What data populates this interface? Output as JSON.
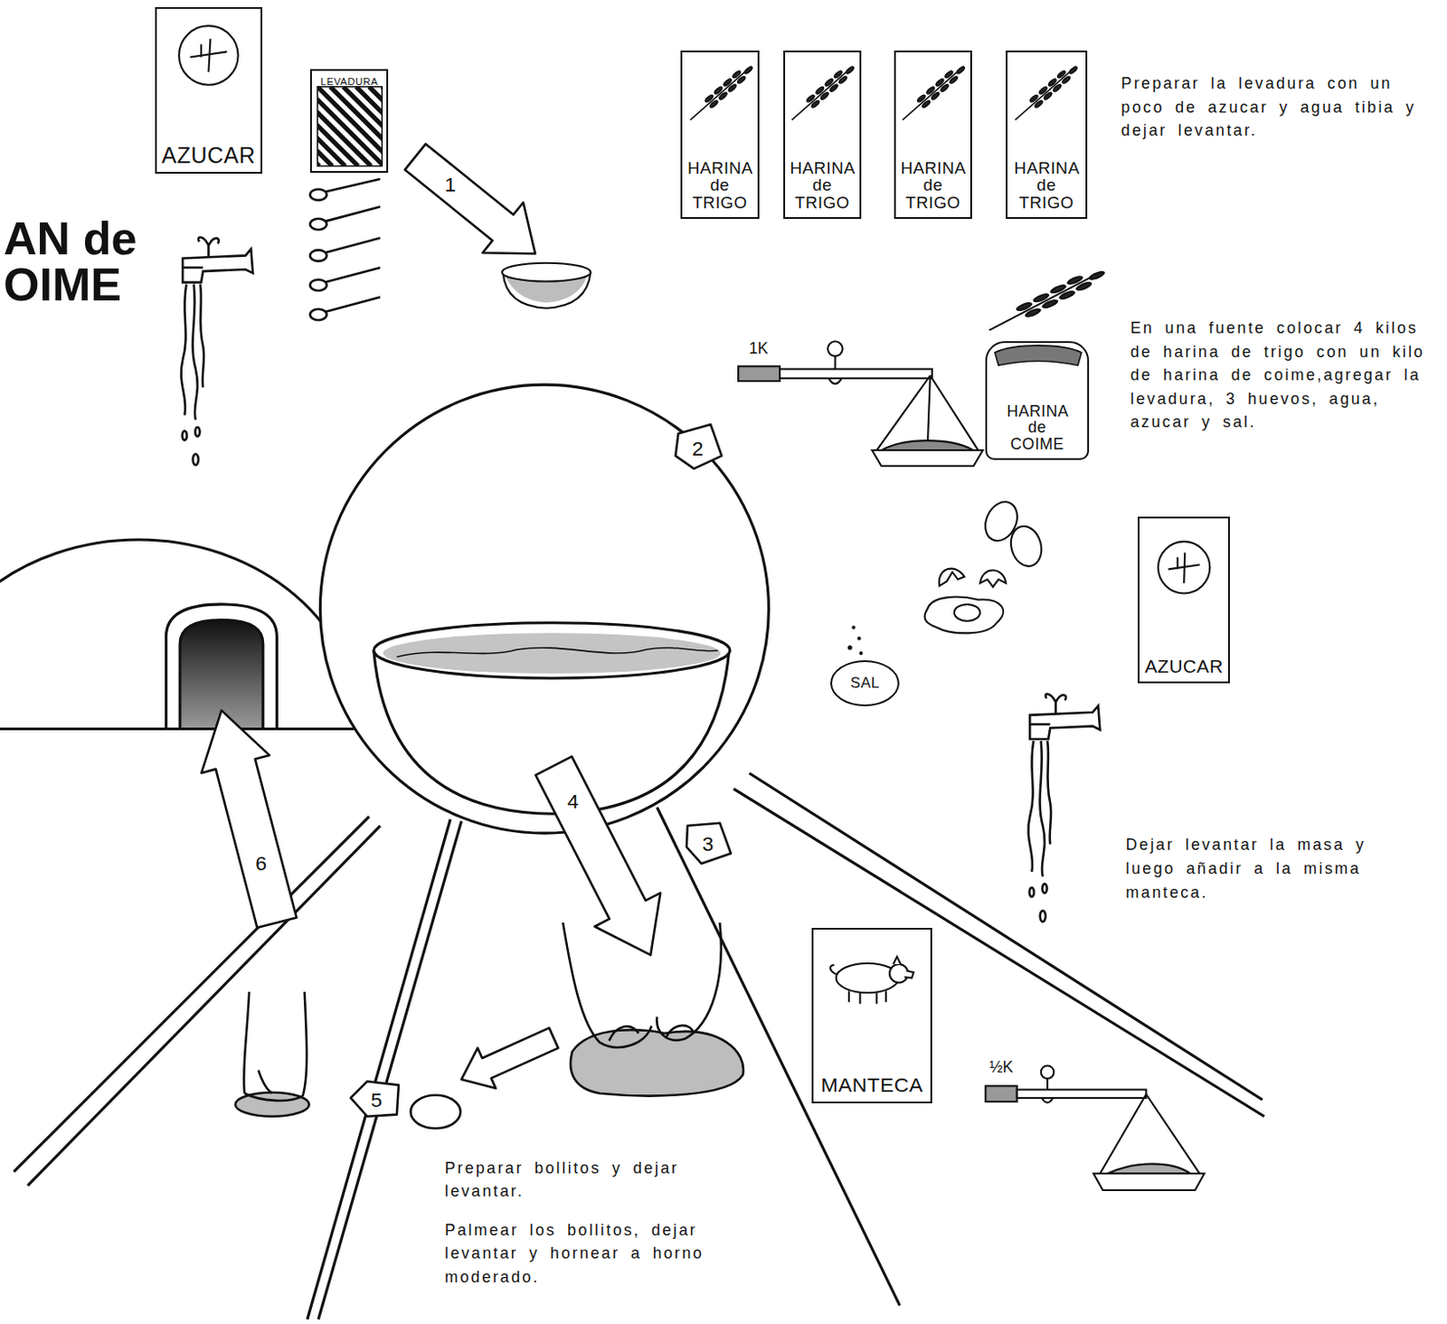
{
  "diagram": {
    "title": "AN de OIME",
    "nodes": [
      {
        "text": [
          "AZUCAR"
        ]
      },
      {
        "text": [
          "LEVADURA"
        ]
      },
      {
        "text": [
          "HARINA de TRIGO"
        ]
      },
      {
        "text": [
          "HARINA de TRIGO"
        ]
      },
      {
        "text": [
          "HARINA de TRIGO"
        ]
      },
      {
        "text": [
          "HARINA de TRIGO"
        ]
      },
      {
        "text": [
          "HARINA de COIME"
        ]
      },
      {
        "text": [
          "SAL"
        ]
      },
      {
        "text": [
          "AZUCAR"
        ]
      },
      {
        "text": [
          "MANTECA"
        ]
      }
    ],
    "labels": [
      "1",
      "Preparar la levadura con un poco de azucar y agua tibia y dejar levantar.",
      "1K",
      "2",
      "En una fuente colocar 4 kilos de harina de trigo con un kilo de harina de coime,agregar la levadura, 3 huevos, agua, azucar y sal.",
      "4",
      "3",
      "6",
      "Dejar levantar la masa y luego añadir a la misma manteca.",
      "5",
      "½K",
      "Preparar bollitos y dejar levantar.",
      "Palmear los bollitos, dejar levantar y hornear a horno moderado."
    ]
  }
}
